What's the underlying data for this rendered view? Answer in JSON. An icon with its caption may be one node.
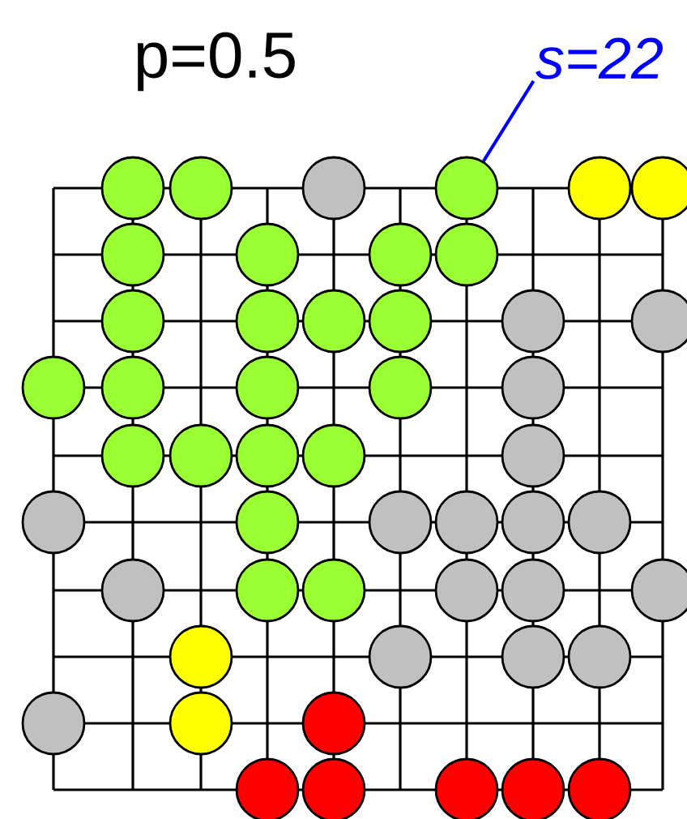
{
  "diagram": {
    "title": "p=0.5",
    "nodes": [
      {
        "text": [
          "s=22"
        ]
      },
      {
        "text": [],
        "shape": "circle"
      },
      {
        "text": [],
        "shape": "circle"
      },
      {
        "text": [],
        "shape": "circle"
      },
      {
        "text": [],
        "shape": "circle"
      },
      {
        "text": [],
        "shape": "circle"
      },
      {
        "text": [],
        "shape": "circle"
      },
      {
        "text": [],
        "shape": "circle"
      },
      {
        "text": [],
        "shape": "circle"
      },
      {
        "text": [],
        "shape": "circle"
      },
      {
        "text": [],
        "shape": "circle"
      },
      {
        "text": [],
        "shape": "circle"
      },
      {
        "text": [],
        "shape": "circle"
      },
      {
        "text": [],
        "shape": "circle"
      },
      {
        "text": [],
        "shape": "circle"
      },
      {
        "text": [],
        "shape": "circle"
      },
      {
        "text": [],
        "shape": "circle"
      },
      {
        "text": [],
        "shape": "circle"
      },
      {
        "text": [],
        "shape": "circle"
      },
      {
        "text": [],
        "shape": "circle"
      },
      {
        "text": [],
        "shape": "circle"
      },
      {
        "text": [],
        "shape": "circle"
      },
      {
        "text": [],
        "shape": "circle"
      },
      {
        "text": [],
        "shape": "circle"
      },
      {
        "text": [],
        "shape": "circle"
      },
      {
        "text": [],
        "shape": "circle"
      },
      {
        "text": [],
        "shape": "circle"
      },
      {
        "text": [],
        "shape": "circle"
      },
      {
        "text": [],
        "shape": "circle"
      },
      {
        "text": [],
        "shape": "circle"
      },
      {
        "text": [],
        "shape": "circle"
      },
      {
        "text": [],
        "shape": "circle"
      },
      {
        "text": [],
        "shape": "circle"
      },
      {
        "text": [],
        "shape": "circle"
      },
      {
        "text": [],
        "shape": "circle"
      },
      {
        "text": [],
        "shape": "circle"
      },
      {
        "text": [],
        "shape": "circle"
      },
      {
        "text": [],
        "shape": "circle"
      },
      {
        "text": [],
        "shape": "circle"
      },
      {
        "text": [],
        "shape": "circle"
      },
      {
        "text": [],
        "shape": "circle"
      },
      {
        "text": [],
        "shape": "circle"
      },
      {
        "text": [],
        "shape": "circle"
      },
      {
        "text": [],
        "shape": "circle"
      },
      {
        "text": [],
        "shape": "circle"
      },
      {
        "text": [],
        "shape": "circle"
      },
      {
        "text": [],
        "shape": "circle"
      },
      {
        "text": [],
        "shape": "circle"
      },
      {
        "text": [],
        "shape": "circle"
      },
      {
        "text": [],
        "shape": "circle"
      },
      {
        "text": [],
        "shape": "circle"
      }
    ],
    "edges": [
      {
        "from": 0,
        "to": 4,
        "arrow": "none",
        "color": "#0000ff"
      }
    ]
  }
}
